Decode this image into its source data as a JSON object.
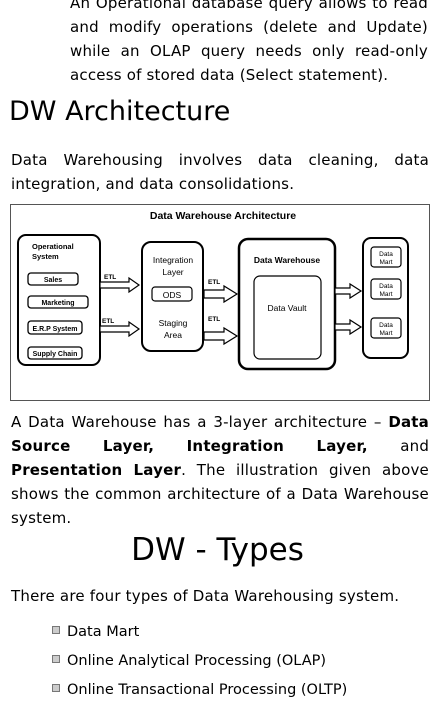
{
  "top_paragraph": {
    "line1": "An Operational database query allows to read",
    "line2": "and modify operations (delete and Update)",
    "line3": "while an OLAP query needs only read-only",
    "line4": "access of stored data (Select statement)."
  },
  "dw_architecture": {
    "heading": "DW Architecture",
    "intro_line1": "Data Warehousing involves data cleaning, data",
    "intro_line2": "integration, and data consolidations.",
    "diagram": {
      "title": "Data Warehouse Architecture",
      "operational_system": "Operational System",
      "operational_system_line1": "Operational",
      "operational_system_line2": "System",
      "sources": [
        "Sales",
        "Marketing",
        "E.R.P System",
        "Supply Chain"
      ],
      "etl": "ETL",
      "integration_layer_line1": "Integration",
      "integration_layer_line2": "Layer",
      "ods": "ODS",
      "staging_line1": "Staging",
      "staging_line2": "Area",
      "data_warehouse": "Data Warehouse",
      "data_vault": "Data Vault",
      "data_mart_line1": "Data",
      "data_mart_line2": "Mart"
    },
    "desc": {
      "p1": "A Data Warehouse has a 3-layer architecture – ",
      "b1": "Data",
      "b2": "Source",
      "b3": "Layer,",
      "b4": "Integration",
      "b5": "Layer,",
      "and": "and",
      "b6": "Presentation Layer",
      "p2": ". The illustration given above",
      "line4": "shows the common architecture of a Data Warehouse",
      "line5": "system."
    }
  },
  "dw_types": {
    "heading": "DW - Types",
    "intro": "There are four types of Data Warehousing system.",
    "items": [
      "Data Mart",
      "Online Analytical Processing (OLAP)",
      "Online Transactional Processing (OLTP)"
    ]
  }
}
